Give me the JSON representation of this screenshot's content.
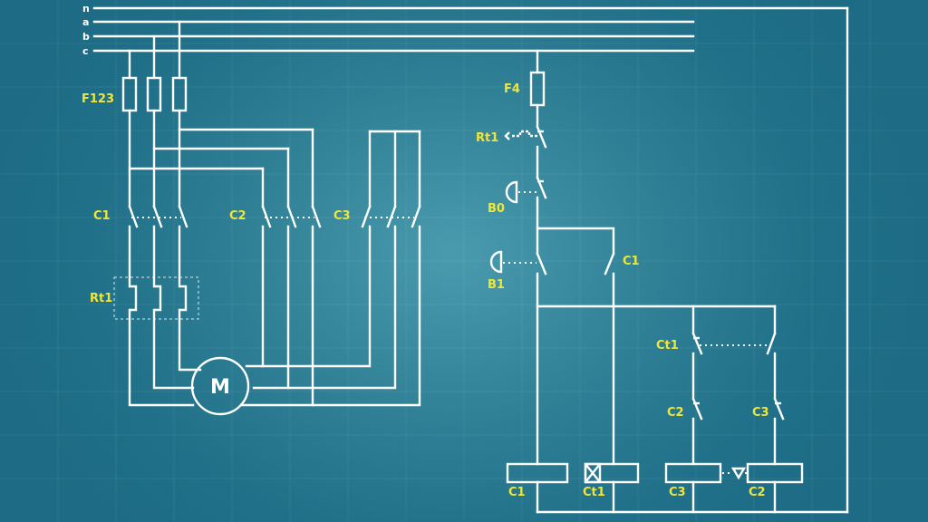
{
  "phases": [
    "n",
    "a",
    "b",
    "c"
  ],
  "motor": {
    "label": "M"
  },
  "labels": {
    "fuses_main": "F123",
    "fuse_control": "F4",
    "thermal_contact": "Rt1",
    "thermal_relay": "Rt1",
    "stop_button": "B0",
    "start_button": "B1",
    "c1_power": "C1",
    "c2_power": "C2",
    "c3_power": "C3",
    "c1_hold": "C1",
    "timer_contact": "Ct1",
    "c2_interlock": "C2",
    "c3_interlock": "C3",
    "coil_c1": "C1",
    "coil_ct1": "Ct1",
    "coil_c3": "C3",
    "coil_c2": "C2"
  },
  "colors": {
    "label": "#f0e63a",
    "wire": "#ffffff",
    "background": "#2a7b92"
  }
}
